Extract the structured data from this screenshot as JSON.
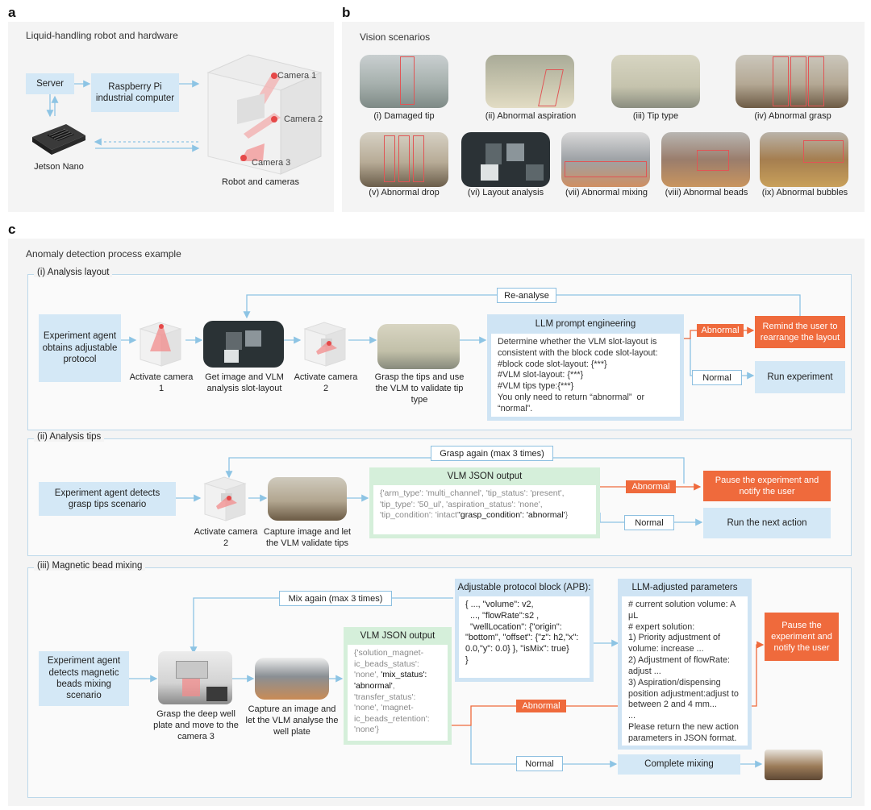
{
  "panel_a": {
    "label": "a",
    "title": "Liquid-handling robot and hardware",
    "server": "Server",
    "pi": "Raspberry Pi industrial computer",
    "jetson": "Jetson Nano",
    "camera1": "Camera 1",
    "camera2": "Camera 2",
    "camera3": "Camera 3",
    "robot": "Robot and cameras"
  },
  "panel_b": {
    "label": "b",
    "title": "Vision scenarios",
    "scenarios": [
      "(i) Damaged tip",
      "(ii) Abnormal aspiration",
      "(iii) Tip type",
      "(iv) Abnormal grasp",
      "(v) Abnormal drop",
      "(vi) Layout analysis",
      "(vii)  Abnormal mixing",
      "(viii) Abnormal beads",
      "(ix) Abnormal bubbles"
    ]
  },
  "panel_c": {
    "label": "c",
    "title": "Anomaly detection process example",
    "s1": {
      "title": "(i) Analysis layout",
      "agent": "Experiment agent obtains adjustable protocol",
      "act1": "Activate camera 1",
      "getimg": "Get image and VLM analysis slot-layout",
      "act2": "Activate camera 2",
      "grasp": "Grasp the tips and use the VLM to validate tip type",
      "reanalyse": "Re-analyse",
      "llm_title": "LLM prompt engineering",
      "llm_body": "Determine whether the VLM slot-layout is consistent with the block code slot-layout:\n#block code slot-layout: {***}\n#VLM slot-layout: {***}\n#VLM tips type:{***}\nYou only need to return “abnormal”  or “normal”.",
      "abnormal": "Abnormal",
      "normal": "Normal",
      "remind": "Remind the user to rearrange the layout",
      "run": "Run experiment"
    },
    "s2": {
      "title": "(ii) Analysis tips",
      "agent": "Experiment agent detects grasp tips scenario",
      "act2": "Activate camera 2",
      "capture": "Capture image and let the VLM validate tips",
      "again": "Grasp again (max 3 times)",
      "vlm_title": "VLM JSON output",
      "vlm_a": "{'arm_type': 'multi_channel', 'tip_status': 'present', 'tip_type': '50_ul', 'aspiration_status': 'none', 'tip_condition': 'intact'",
      "vlm_b": "'grasp_condition': 'abnormal'",
      "vlm_c": "}",
      "abnormal": "Abnormal",
      "normal": "Normal",
      "pause": "Pause the experiment and notify the user",
      "run_next": "Run the next action"
    },
    "s3": {
      "title": "(iii) Magnetic bead mixing",
      "agent": "Experiment agent detects magnetic beads mixing scenario",
      "grasp_plate": "Grasp the deep well plate and move to the camera 3",
      "capture": "Capture an image and let the VLM analyse the well plate",
      "mix_again": "Mix again (max 3 times)",
      "vlm_title": "VLM JSON output",
      "vlm_a": "{'solution_magnet-ic_beads_status': 'none', ",
      "vlm_b": "'mix_status': 'abnormal'",
      "vlm_c": ", 'transfer_status': 'none', 'magnet-ic_beads_retention': 'none'}",
      "apb_title": "Adjustable protocol block (APB):",
      "apb_body": "{ ..., \"volume\": v2,\n  ..., \"flowRate\":s2 ,\n  \"wellLocation\": {\"origin\": \"bottom\", \"offset\": {\"z\": h2,\"x\": 0.0,\"y\": 0.0} }, \"isMix\": true}\n}",
      "llm_title": "LLM-adjusted parameters",
      "llm_body": "# current solution volume: A μL\n# expert solution:\n1) Priority adjustment of volume: increase ...\n2) Adjustment of flowRate: adjust ...\n3) Aspiration/dispensing position adjustment:adjust to between 2 and 4 mm...\n...\nPlease return the new action parameters in JSON format.",
      "pause": "Pause the experiment and notify the user",
      "abnormal": "Abnormal",
      "normal": "Normal",
      "complete": "Complete mixing"
    }
  },
  "colors": {
    "blue_box": "#d4e8f6",
    "red_box": "#ef6a3c",
    "green_box": "#d5efda",
    "line": "#8dc4e4",
    "panel_bg": "#f4f4f4"
  }
}
